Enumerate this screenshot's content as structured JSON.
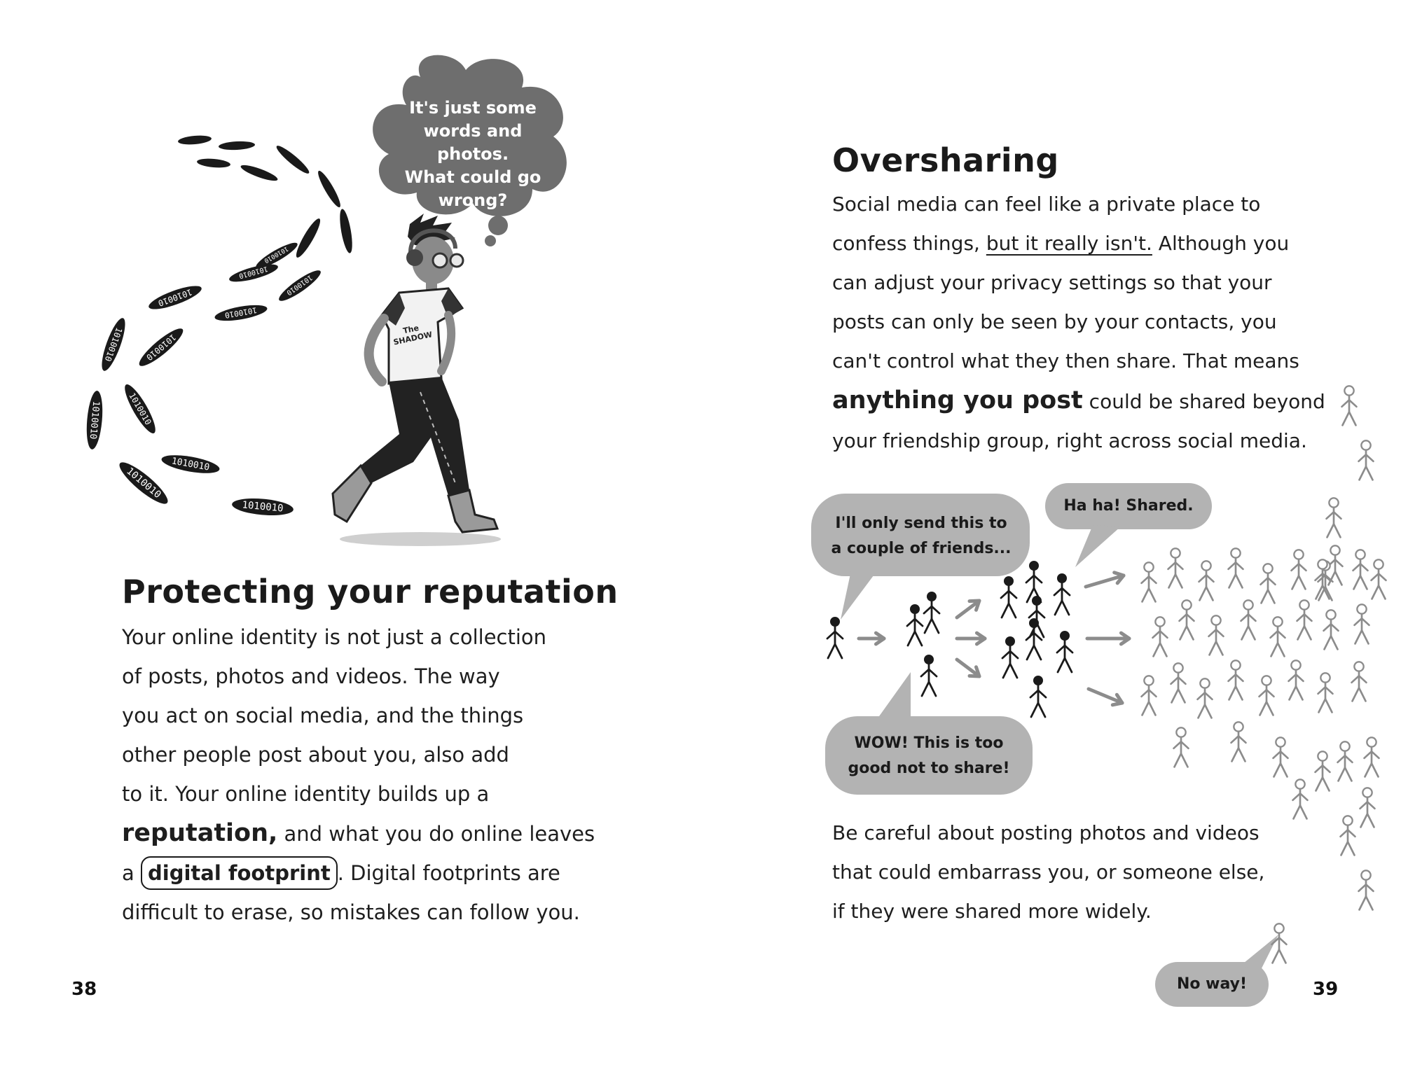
{
  "left_page": {
    "thought_bubble": {
      "line1": "It's just some",
      "line2": "words and photos.",
      "line3": "What could go",
      "line4": "wrong?"
    },
    "tshirt_text_1": "The",
    "tshirt_text_2": "SHADOW",
    "footprint_code": "1010010",
    "heading": "Protecting your reputation",
    "paragraph": {
      "line1": "Your online identity is not just a collection",
      "line2": "of posts, photos and videos. The way",
      "line3": "you act on social media, and the things",
      "line4": "other people post about you, also add",
      "line5": "to it. Your online identity builds up a",
      "line6_bold": "reputation,",
      "line6_rest": " and what you do online leaves",
      "line7_pre": "a ",
      "line7_boxed": "digital footprint",
      "line7_post": ". Digital footprints are",
      "line8": "difficult to erase, so mistakes can follow you."
    },
    "page_number": "38"
  },
  "right_page": {
    "heading": "Oversharing",
    "paragraph": {
      "line1": "Social media can feel like a private place to",
      "line2_pre": "confess things, ",
      "line2_underlined": "but it really isn't.",
      "line2_post": " Although you",
      "line3": "can adjust your privacy settings so that your",
      "line4": "posts can only be seen by your contacts, you",
      "line5": "can't control what they then share. That means",
      "line6_bold": "anything you post",
      "line6_rest": " could be shared beyond",
      "line7": "your friendship group, right across social media."
    },
    "bubbles": {
      "send_line1": "I'll only send this to",
      "send_line2": "a couple of friends...",
      "shared": "Ha ha! Shared.",
      "wow_line1": "WOW! This is too",
      "wow_line2": "good not to share!",
      "noway": "No way!"
    },
    "paragraph2": {
      "line1": "Be careful about posting photos and videos",
      "line2": "that could embarrass you, or someone else,",
      "line3": "if they were shared more widely."
    },
    "page_number": "39"
  },
  "colors": {
    "ink": "#1a1a1a",
    "bubble_gray": "#b3b3b3",
    "cloud_gray": "#6e6e6e",
    "figure_gray": "#8c8c8c"
  }
}
